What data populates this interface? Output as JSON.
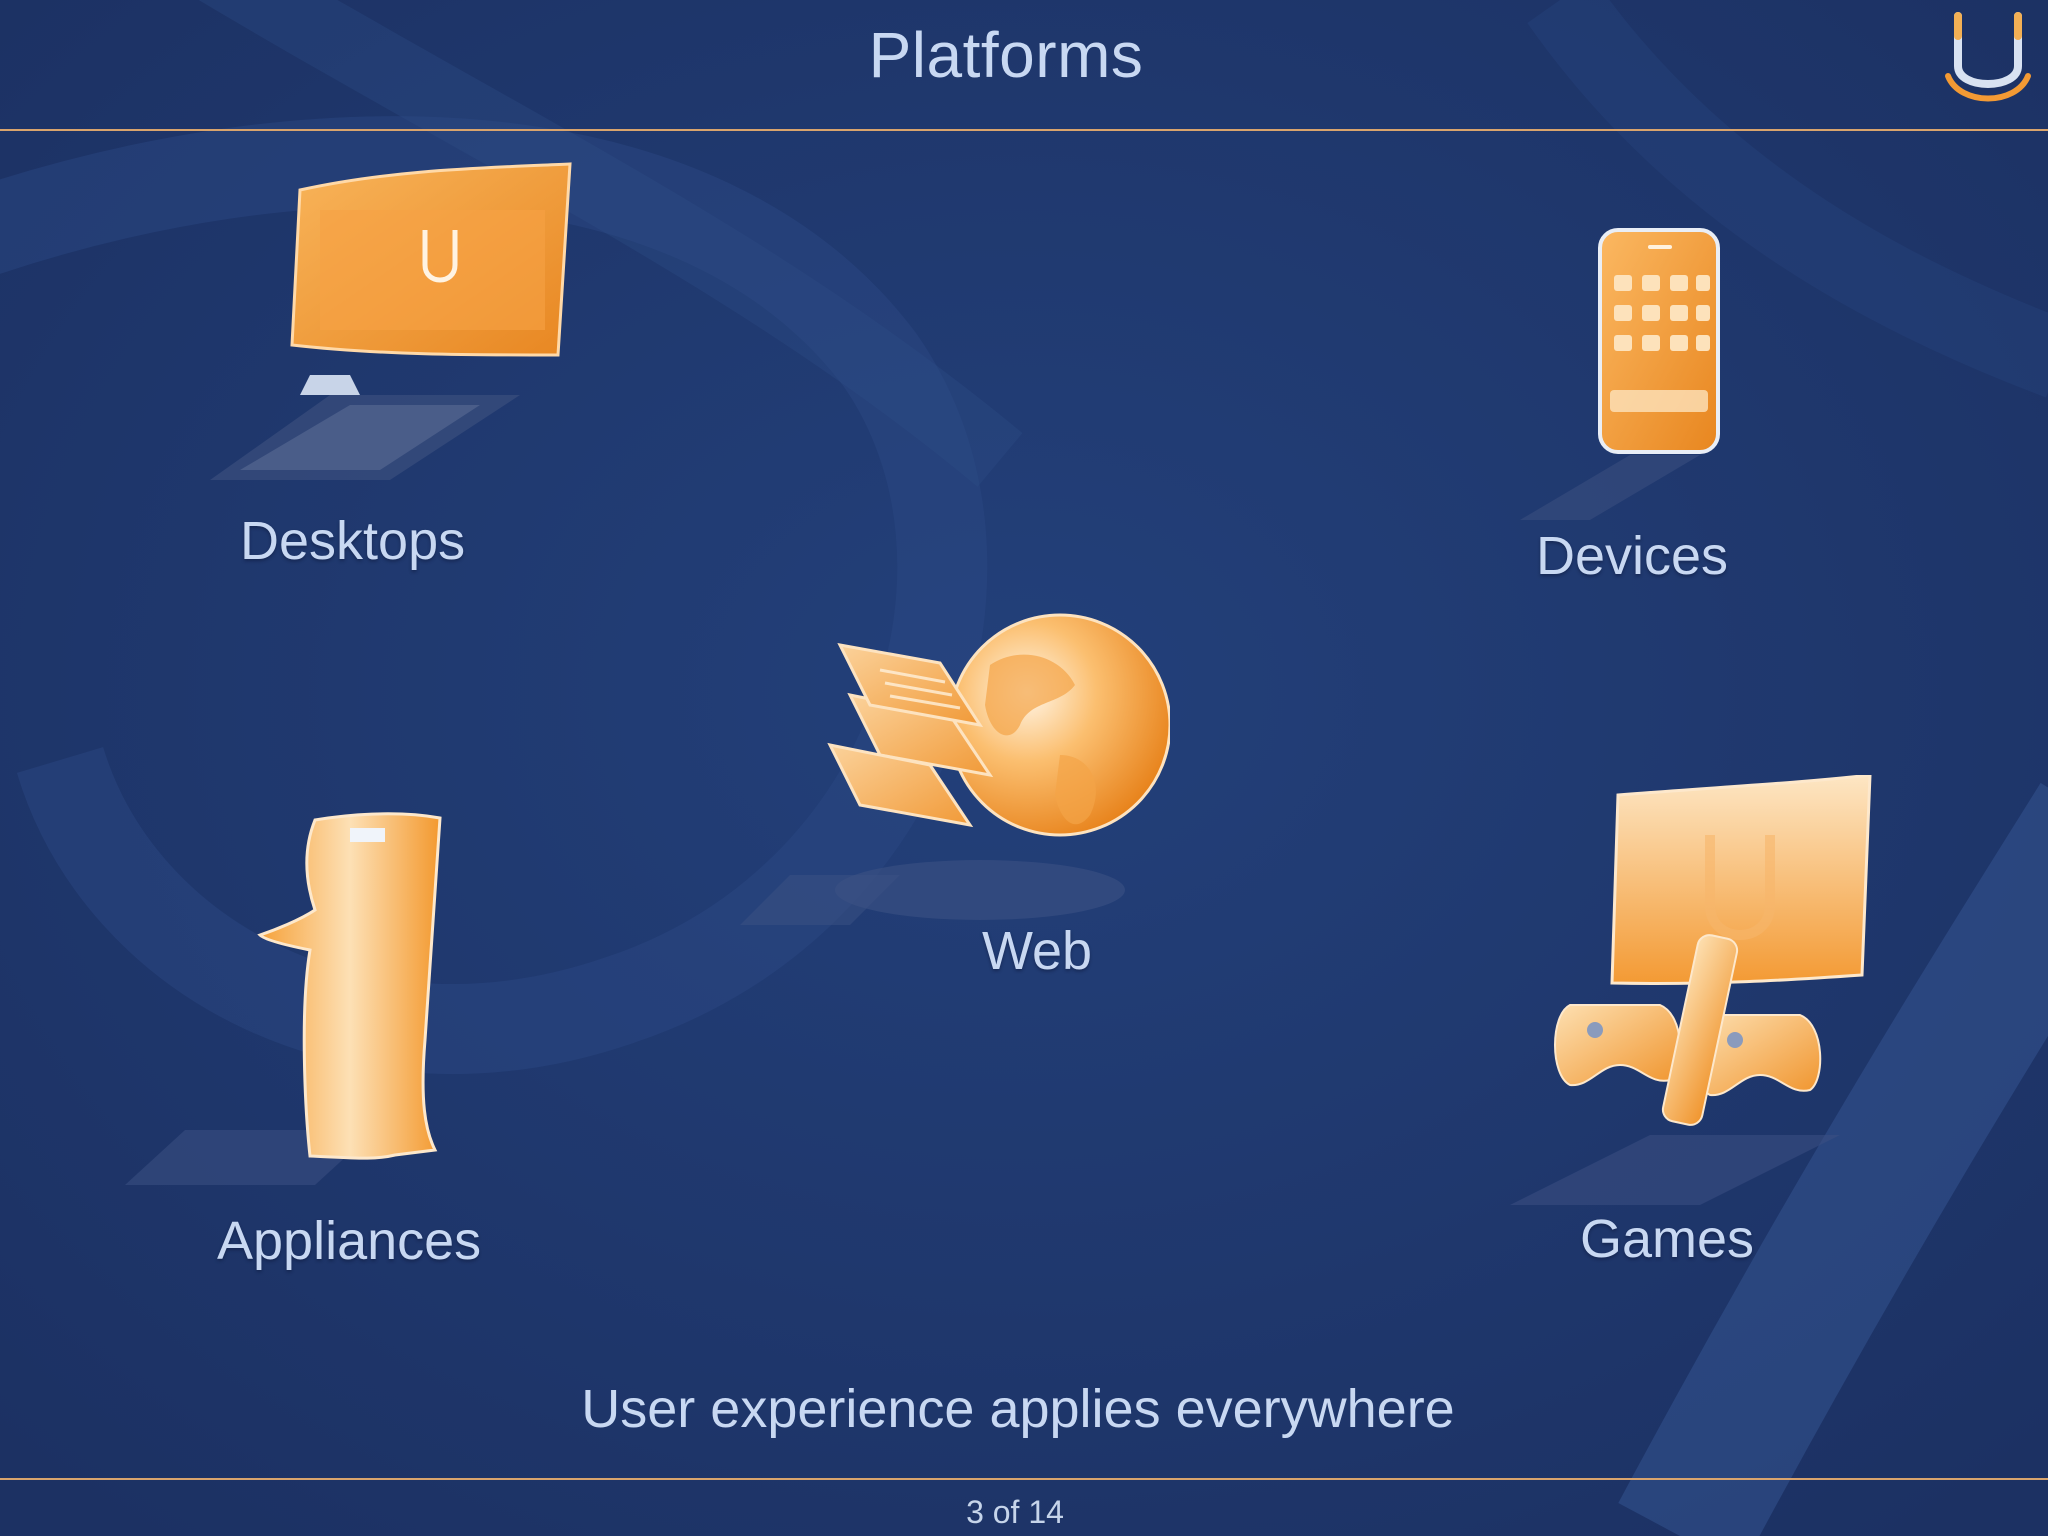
{
  "slide": {
    "title": "Platforms",
    "tagline": "User experience applies everywhere",
    "pager": "3 of 14"
  },
  "platforms": [
    {
      "label": "Desktops",
      "icon": "desktop-monitor-icon"
    },
    {
      "label": "Devices",
      "icon": "smartphone-icon"
    },
    {
      "label": "Web",
      "icon": "globe-documents-icon"
    },
    {
      "label": "Appliances",
      "icon": "kiosk-icon"
    },
    {
      "label": "Games",
      "icon": "game-console-icon"
    }
  ],
  "colors": {
    "background": "#1f3668",
    "accent_orange": "#f39a34",
    "rule": "#d9a46d",
    "text": "#c8d8f2"
  }
}
